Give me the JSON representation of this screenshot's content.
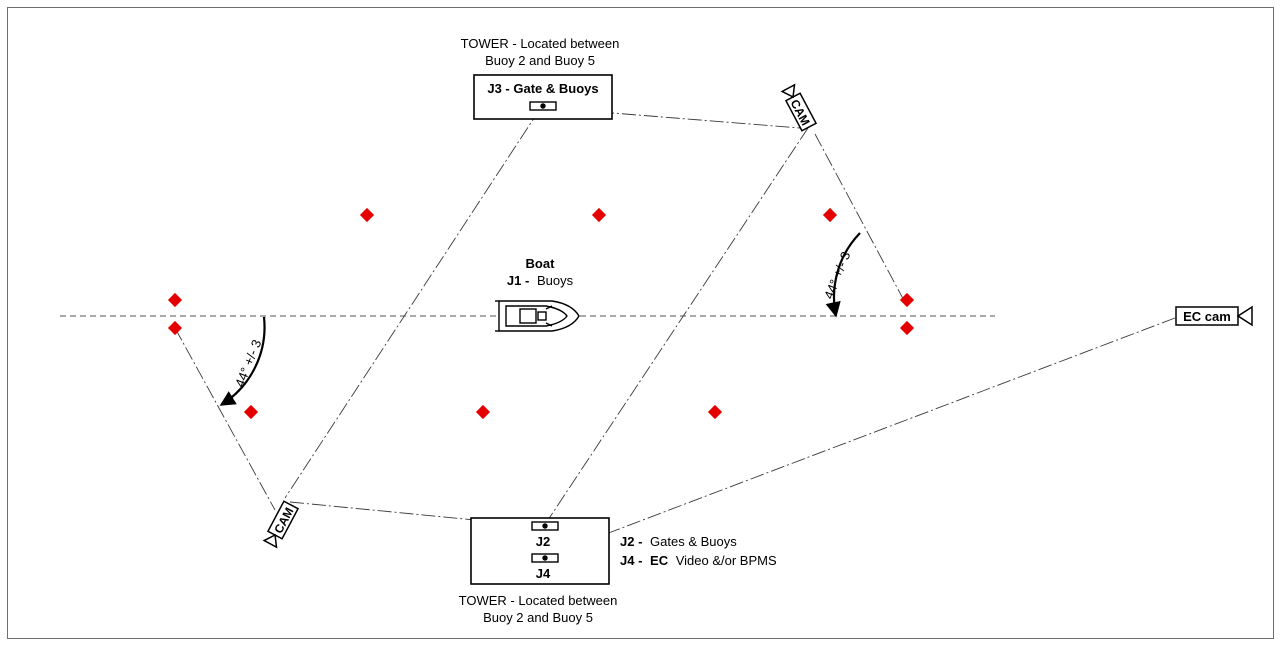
{
  "tower_top": {
    "line1": "TOWER - Located between",
    "line2": "Buoy 2 and Buoy 5",
    "junction_label": "J3 - Gate & Buoys"
  },
  "tower_bottom": {
    "line1": "TOWER - Located between",
    "line2": "Buoy 2 and Buoy 5",
    "j2_label": "J2",
    "j4_label": "J4"
  },
  "boat": {
    "title": "Boat",
    "j1_code": "J1 -",
    "j1_text": "Buoys"
  },
  "legend": {
    "j2_code": "J2 -",
    "j2_text": "Gates & Buoys",
    "j4_code": "J4 -",
    "j4_bold": "EC",
    "j4_text": "Video &/or BPMS"
  },
  "camera_label": "CAM",
  "ec_cam_label": "EC cam",
  "angles": {
    "left": "44° +/- 3",
    "right": "44° +/- 3"
  },
  "colors": {
    "buoy": "#e40000",
    "line": "#3a3a3a",
    "frame": "#6e6e6e"
  },
  "buoy_count": 10
}
